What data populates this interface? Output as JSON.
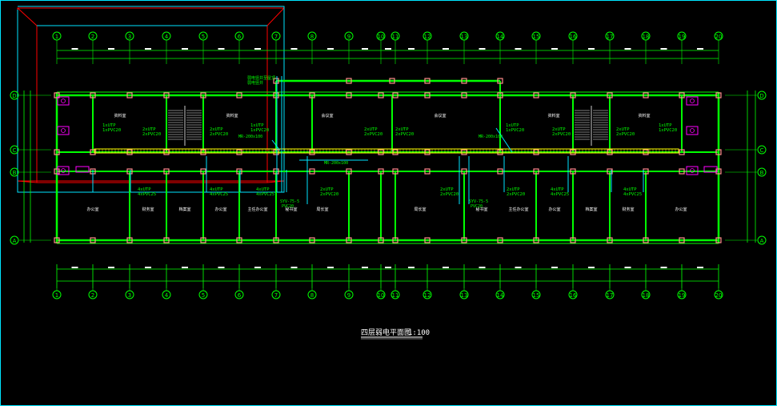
{
  "drawing": {
    "title": "四层弱电平面图",
    "scale": "1:100"
  },
  "axes": {
    "columns": [
      "1",
      "2",
      "3",
      "4",
      "5",
      "6",
      "7",
      "8",
      "9",
      "10",
      "11",
      "12",
      "13",
      "14",
      "15",
      "16",
      "17",
      "18",
      "19",
      "20"
    ],
    "rows": [
      "D",
      "C",
      "B",
      "A"
    ]
  },
  "rooms_top": [
    "资料室",
    "资料室",
    "会议室",
    "会议室",
    "资料室",
    "资料室"
  ],
  "rooms_bottom": [
    "办公室",
    "财务室",
    "档案室",
    "办公室",
    "主任办公室",
    "秘书室",
    "局长室",
    "局长室",
    "秘书室",
    "主任办公室",
    "办公室",
    "档案室",
    "财务室",
    "办公室"
  ],
  "cable_labels": {
    "utp1": "1xUTP",
    "pvc1": "1xPVC20",
    "utp2": "2xUTP",
    "pvc2": "2xPVC20",
    "utp4": "4xUTP",
    "pvc4": "4xPVC25",
    "tray": "MR-200x100",
    "sync": "SYV-75-5",
    "sync_pvc": "PVC20",
    "riser": "弱电竖井至屋顶",
    "riser2": "弱电竖井"
  },
  "colors": {
    "background": "#000000",
    "frame": "#00e5ff",
    "wall": "#00ff00",
    "column": "#ff8c8c",
    "axis": "#00ff00",
    "text": "#ffffff",
    "magenta": "#ff00ff",
    "yellow": "#ffff00",
    "red": "#ff0000"
  }
}
